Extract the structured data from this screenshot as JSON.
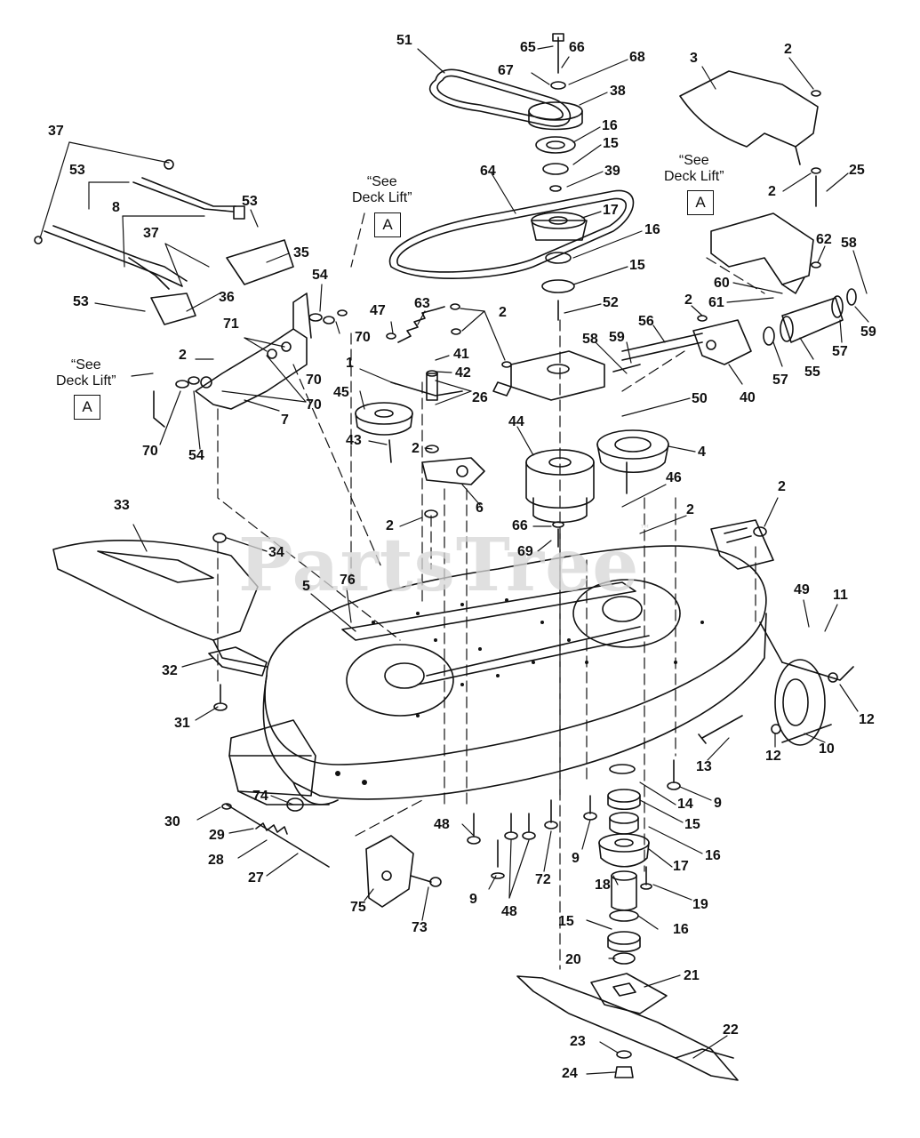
{
  "watermark": {
    "text": "PartsTree",
    "mark": "™"
  },
  "notes": [
    {
      "id": "note-1",
      "line1": "“See",
      "line2": "Deck Lift”",
      "ref": "A"
    },
    {
      "id": "note-2",
      "line1": "“See",
      "line2": "Deck Lift”",
      "ref": "A"
    },
    {
      "id": "note-3",
      "line1": "“See",
      "line2": "Deck Lift”",
      "ref": "A"
    }
  ],
  "part_numbers": [
    "51",
    "65",
    "66",
    "67",
    "68",
    "38",
    "16",
    "15",
    "39",
    "64",
    "17",
    "16",
    "15",
    "52",
    "3",
    "2",
    "2",
    "25",
    "62",
    "58",
    "60",
    "61",
    "59",
    "57",
    "55",
    "57",
    "2",
    "56",
    "58",
    "59",
    "40",
    "50",
    "4",
    "46",
    "37",
    "53",
    "53",
    "8",
    "37",
    "35",
    "53",
    "36",
    "54",
    "70",
    "71",
    "70",
    "2",
    "70",
    "7",
    "54",
    "70",
    "47",
    "63",
    "2",
    "41",
    "42",
    "1",
    "26",
    "45",
    "43",
    "2",
    "6",
    "44",
    "66",
    "69",
    "2",
    "2",
    "33",
    "34",
    "5",
    "76",
    "32",
    "31",
    "2",
    "49",
    "11",
    "12",
    "12",
    "10",
    "13",
    "9",
    "14",
    "15",
    "16",
    "17",
    "19",
    "18",
    "16",
    "15",
    "20",
    "21",
    "22",
    "23",
    "24",
    "74",
    "30",
    "29",
    "28",
    "27",
    "75",
    "73",
    "48",
    "9",
    "48",
    "72",
    "9"
  ],
  "colors": {
    "line": "#111111",
    "watermark": "#d6d6d6",
    "background": "#ffffff"
  }
}
